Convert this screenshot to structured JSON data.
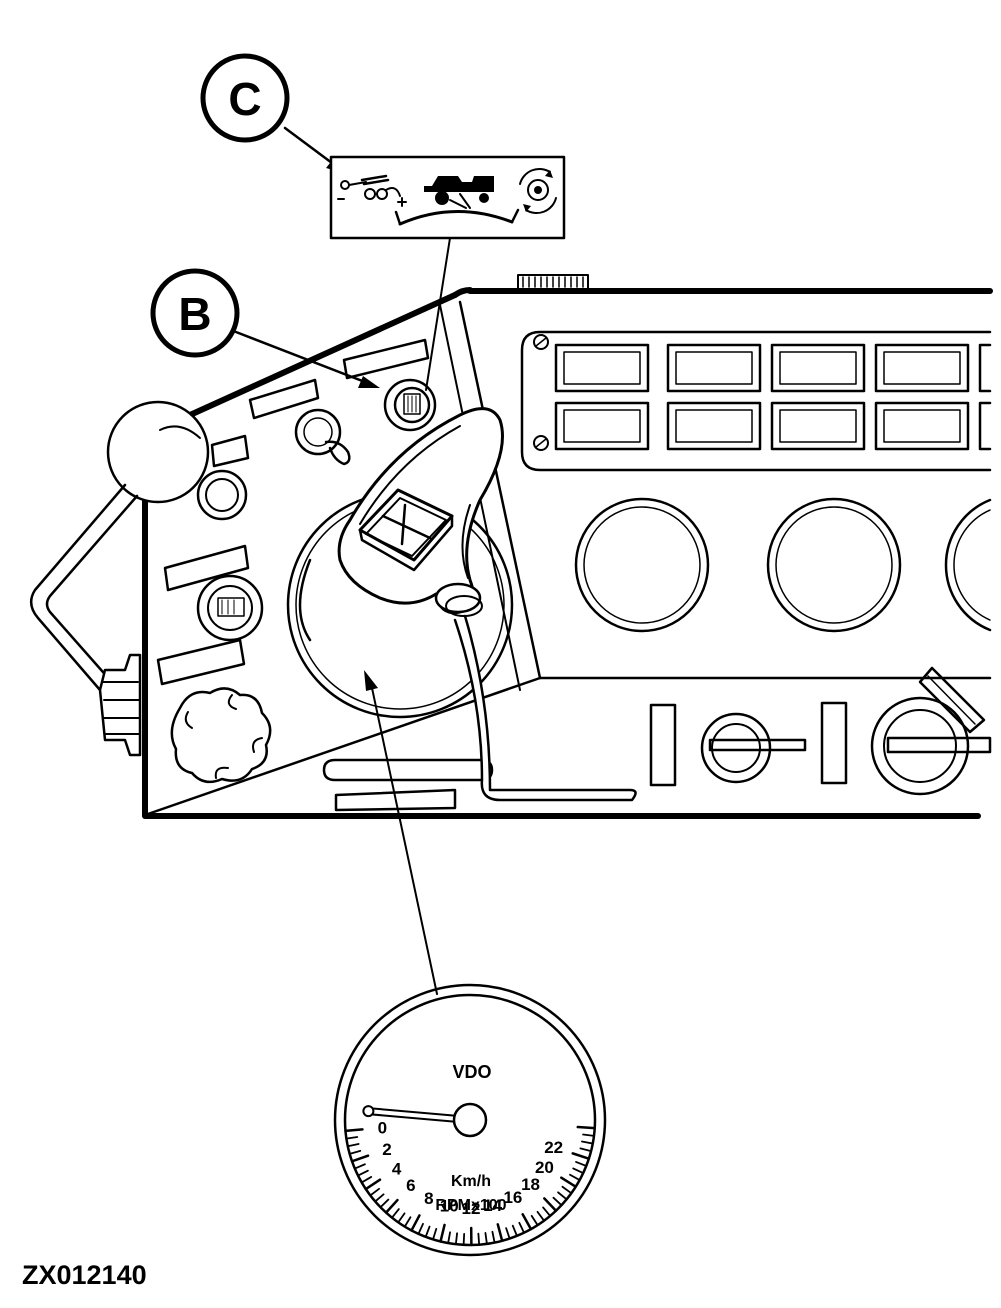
{
  "callouts": {
    "c": "C",
    "b": "B"
  },
  "gauge": {
    "brand": "VDO",
    "unit_speed": "Km/h",
    "unit_rpm": "RPMx100",
    "scale": [
      "0",
      "2",
      "4",
      "6",
      "8",
      "10",
      "12",
      "14",
      "16",
      "18",
      "20",
      "22"
    ],
    "needle_value": 0
  },
  "figure_id": "ZX012140",
  "colors": {
    "ink": "#000000",
    "paper": "#ffffff"
  }
}
